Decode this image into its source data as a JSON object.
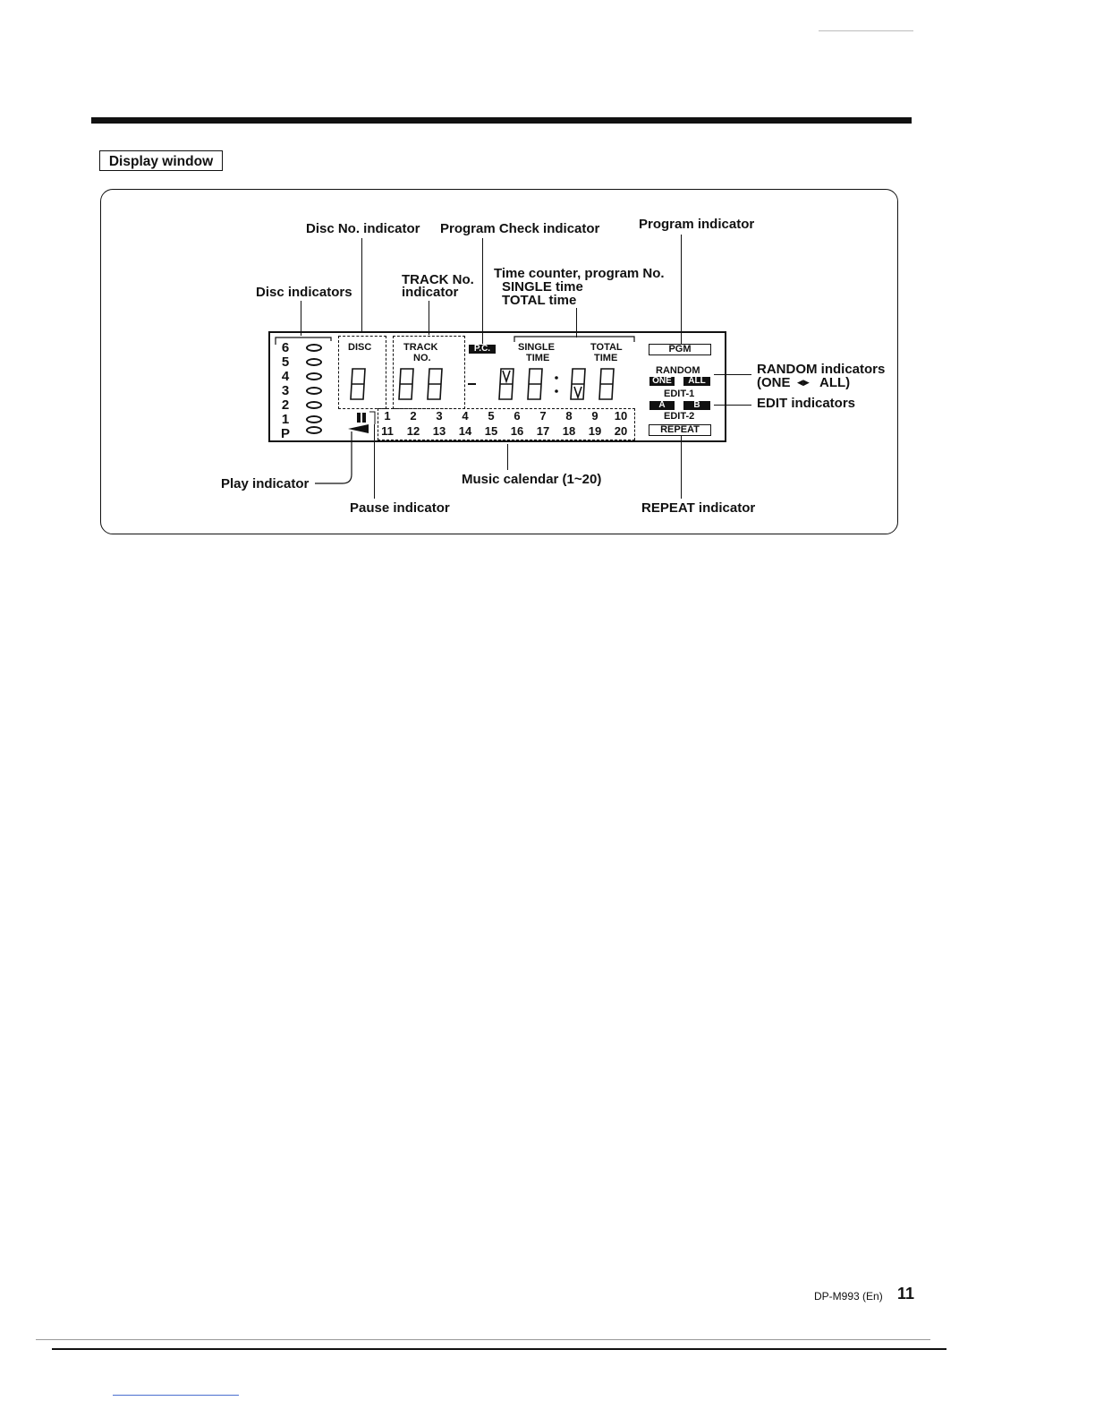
{
  "header": {
    "section_label": "Display window"
  },
  "callouts": {
    "disc_no": "Disc No. indicator",
    "program_check": "Program Check indicator",
    "program": "Program indicator",
    "disc_indicators": "Disc indicators",
    "track_no_1": "TRACK No.",
    "track_no_2": "indicator",
    "time_counter_1": "Time counter, program No.",
    "time_counter_2": "SINGLE time",
    "time_counter_3": "TOTAL time",
    "random_1": "RANDOM indicators",
    "random_2": "(ONE",
    "random_3": "ALL)",
    "edit": "EDIT indicators",
    "play": "Play indicator",
    "pause": "Pause indicator",
    "music_calendar": "Music calendar (1~20)",
    "repeat": "REPEAT indicator"
  },
  "panel": {
    "disc_numbers": [
      "6",
      "5",
      "4",
      "3",
      "2",
      "1",
      "P"
    ],
    "disc_label": "DISC",
    "track_label_1": "TRACK",
    "track_label_2": "NO.",
    "pc_label": "P.C.",
    "single_1": "SINGLE",
    "single_2": "TIME",
    "total_1": "TOTAL",
    "total_2": "TIME",
    "dash": "-",
    "pgm": "PGM",
    "random": "RANDOM",
    "one": "ONE",
    "all": "ALL",
    "edit1": "EDIT-1",
    "a": "A",
    "b": "B",
    "edit2": "EDIT-2",
    "repeat": "REPEAT",
    "calendar_row1": [
      "1",
      "2",
      "3",
      "4",
      "5",
      "6",
      "7",
      "8",
      "9",
      "10"
    ],
    "calendar_row2": [
      "11",
      "12",
      "13",
      "14",
      "15",
      "16",
      "17",
      "18",
      "19",
      "20"
    ]
  },
  "footer": {
    "model": "DP-M993 (En)",
    "page": "11"
  }
}
